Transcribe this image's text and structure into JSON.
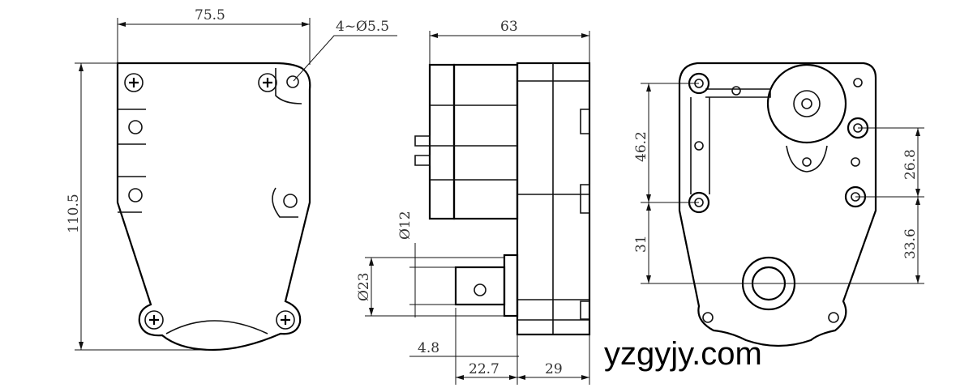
{
  "drawing": {
    "front_view": {
      "width_dim": "75.5",
      "height_dim": "110.5",
      "hole_note": "4~Ø5.5"
    },
    "side_view": {
      "length_dim": "63",
      "shaft_dia": "Ø12",
      "boss_dia": "Ø23",
      "shaft_offset": "4.8",
      "shaft_length": "22.7",
      "body_length": "29"
    },
    "rear_view": {
      "left_upper": "46.2",
      "left_lower": "31",
      "right_upper": "26.8",
      "right_lower": "33.6"
    }
  },
  "watermark": "yzgyjy.com"
}
